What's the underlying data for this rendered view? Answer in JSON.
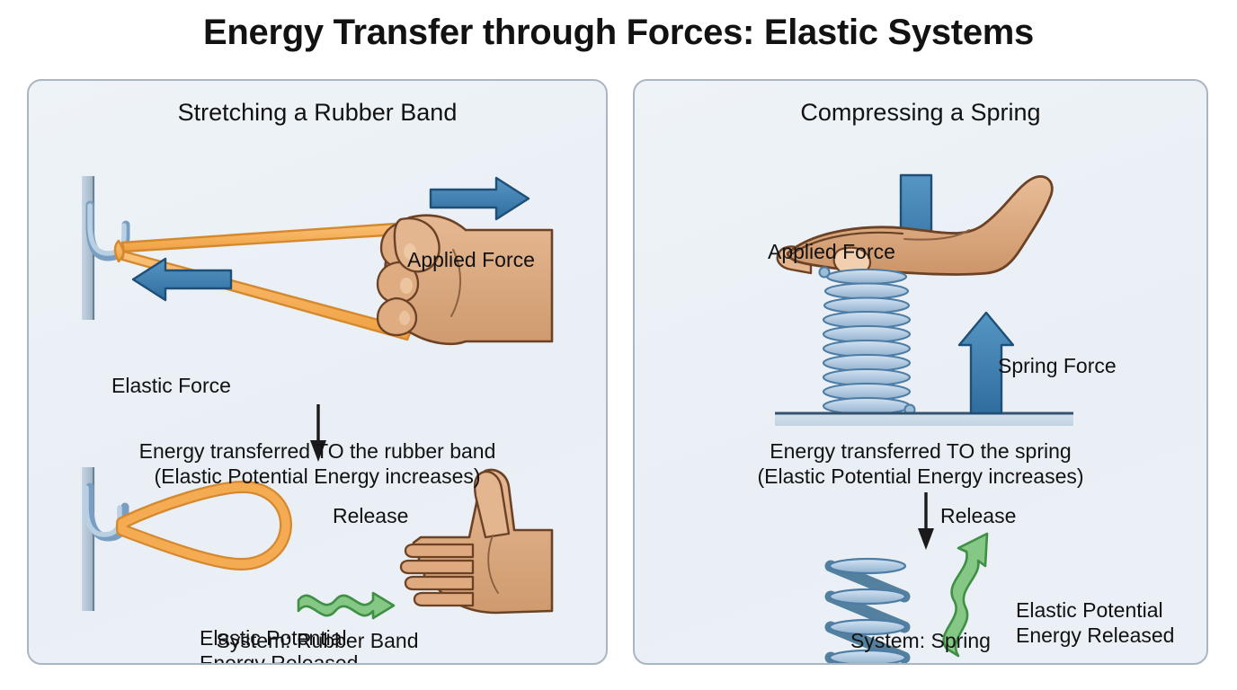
{
  "title": "Energy Transfer through Forces: Elastic Systems",
  "colors": {
    "background": "#ffffff",
    "panel_fill": "#eaf0f6",
    "panel_border": "#aab6c2",
    "force_arrow_blue": "#3e7eb0",
    "force_arrow_blue_stroke": "#1f4f77",
    "rubber_band_orange": "#f5a94e",
    "rubber_band_stroke": "#d4892f",
    "energy_arrow_green": "#7fc47f",
    "energy_arrow_green_stroke": "#3f8f45",
    "skin": "#dda87f",
    "skin_stroke": "#6b4226",
    "spring_blue": "#a9c5dd",
    "spring_blue_dark": "#5b86ad",
    "wall_gray": "#bcccdb",
    "text": "#121212"
  },
  "panels": [
    {
      "id": "rubber-band",
      "title": "Stretching a Rubber Band",
      "applied_force_label": "Applied Force",
      "reaction_force_label": "Elastic Force",
      "transfer_line1": "Energy transferred TO the rubber band",
      "transfer_line2": "(Elastic Potential Energy increases)",
      "release_label": "Release",
      "released_line1": "Elastic Potential",
      "released_line2": "Energy Released",
      "system_label": "System: Rubber Band"
    },
    {
      "id": "spring",
      "title": "Compressing a Spring",
      "applied_force_label": "Applied Force",
      "reaction_force_label": "Spring Force",
      "transfer_line1": "Energy transferred TO the spring",
      "transfer_line2": "(Elastic Potential Energy increases)",
      "release_label": "Release",
      "released_line1": "Elastic Potential",
      "released_line2": "Energy Released",
      "system_label": "System: Spring"
    }
  ]
}
